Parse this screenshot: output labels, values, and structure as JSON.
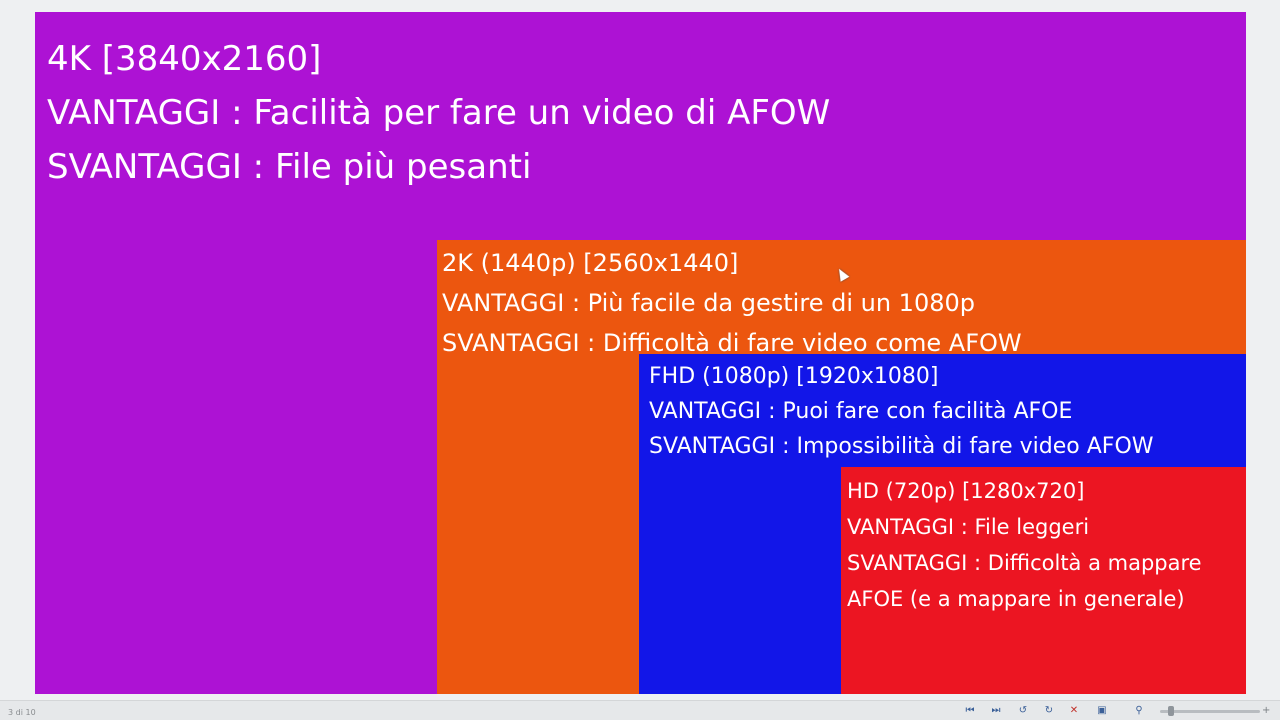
{
  "slide": {
    "regions": [
      {
        "id": "4k",
        "title": "4K [3840x2160]",
        "pros": "VANTAGGI : Facilità per fare un video di AFOW",
        "cons": "SVANTAGGI : File più pesanti",
        "color": "#ad12d4"
      },
      {
        "id": "2k",
        "title": "2K (1440p) [2560x1440]",
        "pros": "VANTAGGI : Più facile da gestire di un 1080p",
        "cons": "SVANTAGGI : Difficoltà di fare video come AFOW",
        "color": "#ec560f"
      },
      {
        "id": "fhd",
        "title": "FHD (1080p) [1920x1080]",
        "pros": "VANTAGGI : Puoi fare con facilità AFOE",
        "cons": "SVANTAGGI : Impossibilità di fare video AFOW",
        "color": "#1216e8"
      },
      {
        "id": "hd",
        "title": "HD (720p) [1280x720]",
        "pros": "VANTAGGI : File leggeri",
        "cons": "SVANTAGGI : Difficoltà a mappare AFOE (e a mappare in generale)",
        "color": "#ec1522"
      }
    ]
  },
  "statusbar": {
    "page_indicator": "3 di 10",
    "icons": [
      "first-page-icon",
      "last-page-icon",
      "rotate-left-icon",
      "rotate-right-icon",
      "close-icon",
      "save-icon",
      "zoom-in-icon"
    ]
  }
}
